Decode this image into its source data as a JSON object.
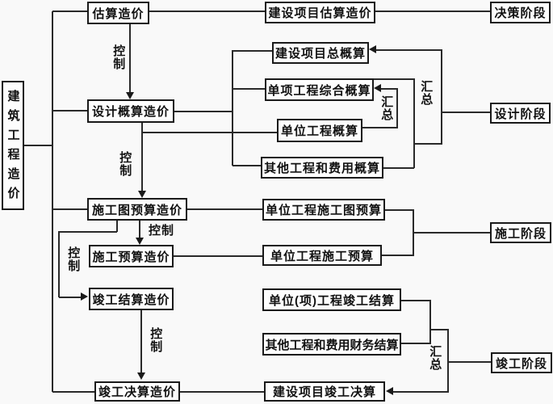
{
  "nodes": {
    "root": "建筑工程造价",
    "estimate": "估算造价",
    "project_estimate": "建设项目估算造价",
    "decision_stage": "决策阶段",
    "design_budget": "设计概算造价",
    "project_total_budget": "建设项目总概算",
    "single_comprehensive_budget": "单项工程综合概算",
    "unit_budget": "单位工程概算",
    "other_fee_budget": "其他工程和费用概算",
    "design_stage": "设计阶段",
    "drawing_budget_cost": "施工图预算造价",
    "unit_drawing_budget": "单位工程施工图预算",
    "construction_budget_cost": "施工预算造价",
    "unit_construction_budget": "单位工程施工预算",
    "construction_stage": "施工阶段",
    "completion_settlement_cost": "竣工结算造价",
    "unit_completion_settlement": "单位(项)工程竣工结算",
    "other_fee_financial_settlement": "其他工程和费用财务结算",
    "completion_stage": "竣工阶段",
    "final_account_cost": "竣工决算造价",
    "project_final_account": "建设项目竣工决算"
  },
  "edge_labels": {
    "control": "控制",
    "summary": "汇总"
  },
  "colors": {
    "line": "#2a2a2a",
    "box_border": "#1a1a1a",
    "box_bg": "#fdfdfd",
    "page_bg": "#f9f9f9",
    "text": "#111111"
  }
}
